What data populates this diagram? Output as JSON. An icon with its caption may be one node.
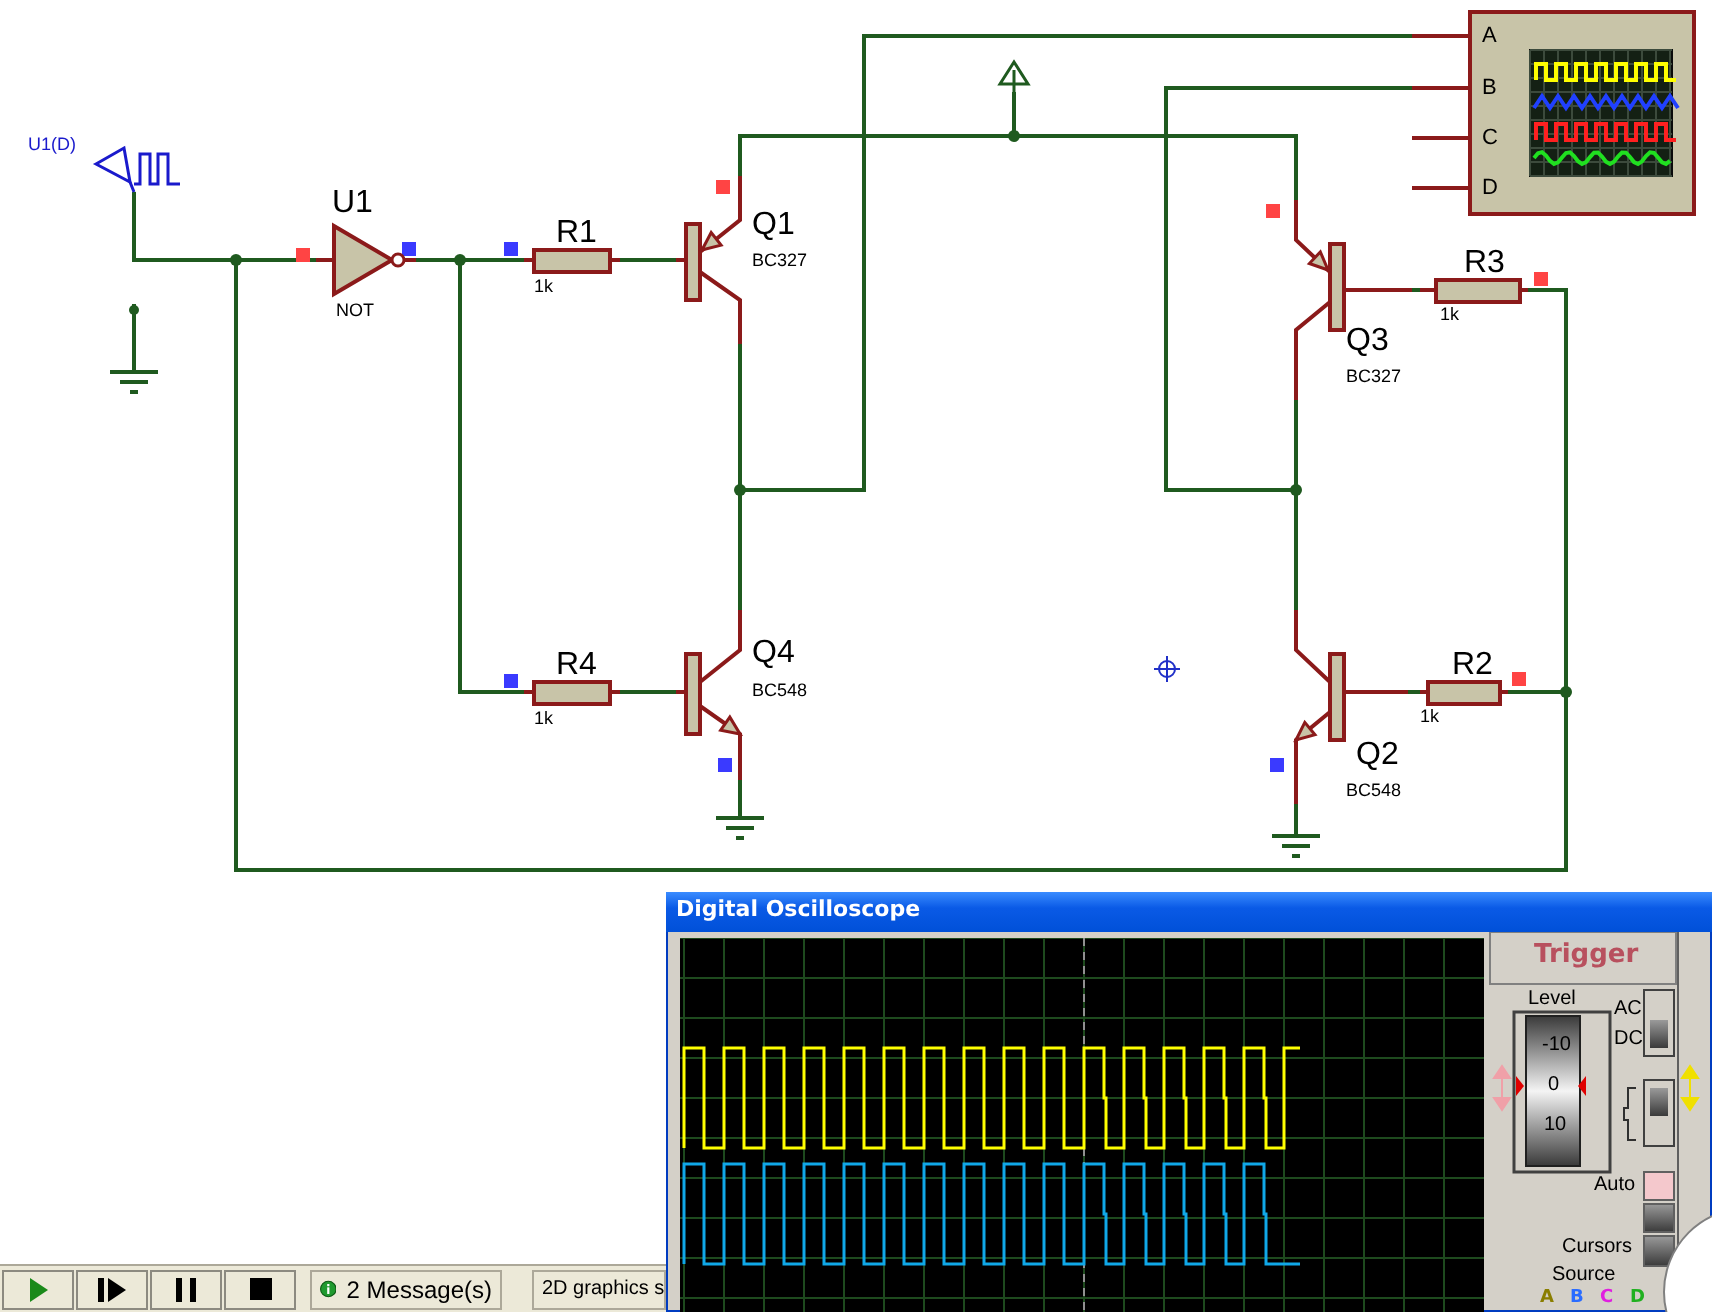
{
  "diagram": {
    "nodes": [
      {
        "text": [
          "U1(D)"
        ]
      },
      {
        "text": [
          "U1",
          "NOT"
        ]
      },
      {
        "text": [
          "R1",
          "1k"
        ]
      },
      {
        "text": [
          "Q1",
          "BC327"
        ]
      },
      {
        "text": [
          "R4",
          "1k"
        ]
      },
      {
        "text": [
          "Q4",
          "BC548"
        ]
      },
      {
        "text": [
          "Q3",
          "BC327"
        ]
      },
      {
        "text": [
          "R3",
          "1k"
        ]
      },
      {
        "text": [
          "Q2",
          "BC548"
        ]
      },
      {
        "text": [
          "R2",
          "1k"
        ]
      },
      {
        "text": [
          "A",
          "B",
          "C",
          "D"
        ]
      },
      {
        "text": [],
        "shape": "terminal"
      },
      {
        "text": [],
        "shape": "ground"
      },
      {
        "text": [],
        "shape": "ground"
      },
      {
        "text": [],
        "shape": "ground"
      },
      {
        "text": [
          "Digital Oscilloscope"
        ]
      }
    ],
    "edges": [
      {
        "from": 0,
        "to": 1,
        "arrow": "none"
      },
      {
        "from": 0,
        "to": 9,
        "arrow": "none"
      },
      {
        "from": 9,
        "to": 7,
        "arrow": "none"
      },
      {
        "from": 1,
        "to": 2,
        "arrow": "none"
      },
      {
        "from": 1,
        "to": 4,
        "arrow": "none"
      },
      {
        "from": 2,
        "to": 3,
        "arrow": "none"
      },
      {
        "from": 4,
        "to": 5,
        "arrow": "none"
      },
      {
        "from": 3,
        "to": 11,
        "arrow": "none"
      },
      {
        "from": 11,
        "to": 6,
        "arrow": "none"
      },
      {
        "from": 3,
        "to": 5,
        "arrow": "none"
      },
      {
        "from": 3,
        "to": 10,
        "arrow": "none"
      },
      {
        "from": 6,
        "to": 8,
        "arrow": "none"
      },
      {
        "from": 6,
        "to": 10,
        "arrow": "none"
      },
      {
        "from": 5,
        "to": 13,
        "arrow": "none"
      },
      {
        "from": 8,
        "to": 14,
        "arrow": "none"
      },
      {
        "from": 7,
        "to": 6,
        "arrow": "none"
      },
      {
        "from": 9,
        "to": 8,
        "arrow": "none"
      }
    ],
    "labels": [
      "Trigger",
      "Level",
      "AC",
      "DC",
      "-10",
      "0",
      "10",
      "Auto",
      "Cursors",
      "Source",
      "A",
      "B",
      "C",
      "D",
      "2 Message(s)",
      "2D graphics s"
    ]
  }
}
